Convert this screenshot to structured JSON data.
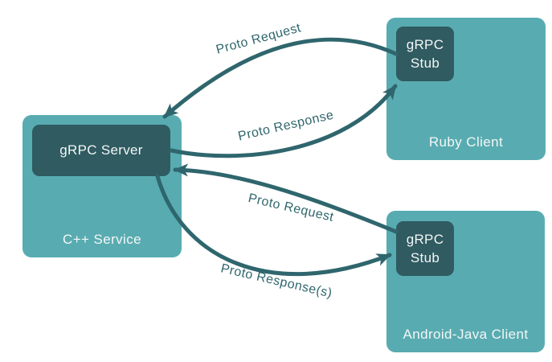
{
  "colors": {
    "light": "#58ACB1",
    "dark": "#2F5B61",
    "arrow": "#2F666D",
    "text_light": "#F4F6F6"
  },
  "diagram": {
    "server": {
      "container_label": "C++ Service",
      "inner_label": "gRPC Server"
    },
    "clients": [
      {
        "container_label": "Ruby Client",
        "stub_label": "gRPC Stub"
      },
      {
        "container_label": "Android-Java Client",
        "stub_label": "gRPC Stub"
      }
    ],
    "arrows": [
      {
        "label": "Proto Request",
        "from": "ruby-client-grpc-stub",
        "to": "grpc-server"
      },
      {
        "label": "Proto Response",
        "from": "grpc-server",
        "to": "ruby-client-grpc-stub"
      },
      {
        "label": "Proto Request",
        "from": "android-java-client-grpc-stub",
        "to": "grpc-server"
      },
      {
        "label": "Proto Response(s)",
        "from": "grpc-server",
        "to": "android-java-client-grpc-stub"
      }
    ]
  }
}
